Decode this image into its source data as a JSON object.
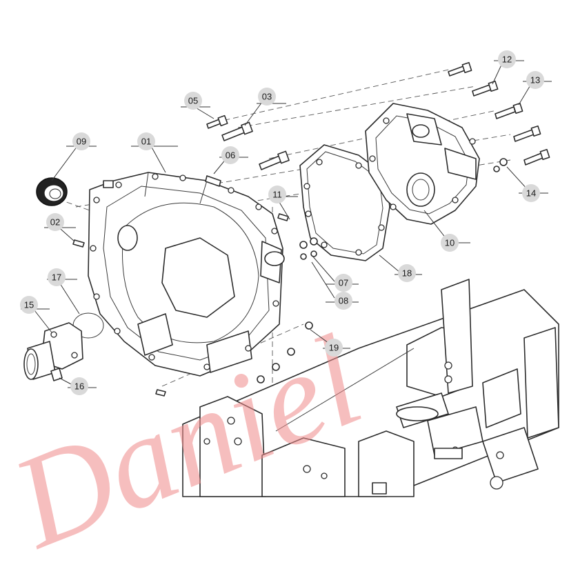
{
  "watermark_text": "Daniel",
  "callouts": [
    {
      "id": "01",
      "label": "01"
    },
    {
      "id": "02",
      "label": "02"
    },
    {
      "id": "03",
      "label": "03"
    },
    {
      "id": "05",
      "label": "05"
    },
    {
      "id": "06",
      "label": "06"
    },
    {
      "id": "07",
      "label": "07"
    },
    {
      "id": "08",
      "label": "08"
    },
    {
      "id": "09",
      "label": "09"
    },
    {
      "id": "10",
      "label": "10"
    },
    {
      "id": "11",
      "label": "11"
    },
    {
      "id": "12",
      "label": "12"
    },
    {
      "id": "13",
      "label": "13"
    },
    {
      "id": "14",
      "label": "14"
    },
    {
      "id": "15",
      "label": "15"
    },
    {
      "id": "16",
      "label": "16"
    },
    {
      "id": "17",
      "label": "17"
    },
    {
      "id": "18",
      "label": "18"
    },
    {
      "id": "19",
      "label": "19"
    }
  ]
}
